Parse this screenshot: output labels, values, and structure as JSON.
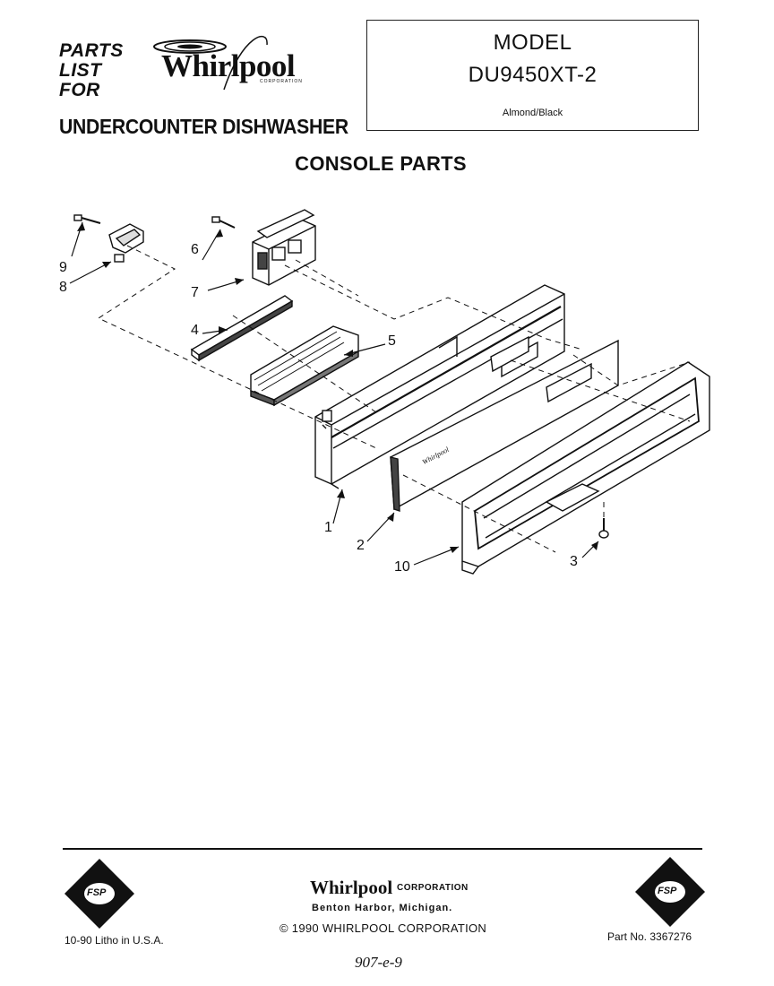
{
  "header": {
    "parts_list_for": [
      "PARTS",
      "LIST",
      "FOR"
    ],
    "brand_logo": "Whirlpool",
    "brand_logo_sub": "CORPORATION",
    "product_title": "UNDERCOUNTER DISHWASHER"
  },
  "model_box": {
    "label": "MODEL",
    "number": "DU9450XT-2",
    "color": "Almond/Black"
  },
  "section_title": "CONSOLE PARTS",
  "diagram": {
    "callouts": [
      "1",
      "2",
      "3",
      "4",
      "5",
      "6",
      "7",
      "8",
      "9",
      "10"
    ],
    "panel_logo": "Whirlpool"
  },
  "footer": {
    "corp_name": "Whirlpool",
    "corp_suffix": "CORPORATION",
    "corp_city": "Benton Harbor, Michigan.",
    "copyright": "© 1990 WHIRLPOOL CORPORATION",
    "litho": "10-90 Litho in U.S.A.",
    "part_no": "Part No. 3367276",
    "fsp_label": "FSP",
    "handwritten_note": "907-e-9"
  },
  "colors": {
    "ink": "#111111",
    "paper": "#ffffff"
  }
}
